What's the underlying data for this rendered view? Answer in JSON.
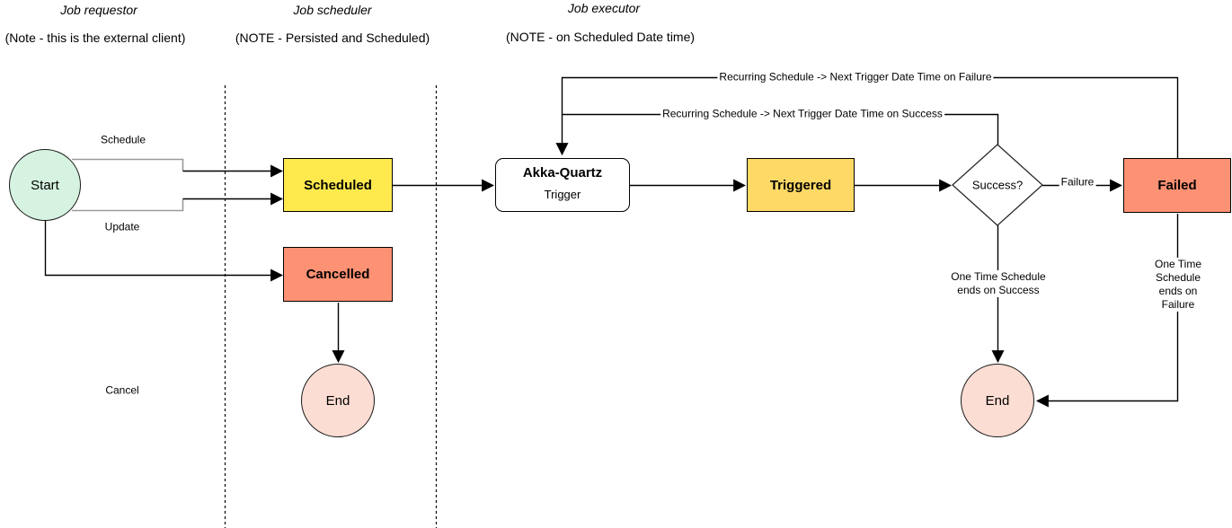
{
  "lanes": {
    "requestor": {
      "title": "Job requestor",
      "note": "(Note - this is the external client)"
    },
    "scheduler": {
      "title": "Job scheduler",
      "note": "(NOTE - Persisted and Scheduled)"
    },
    "executor": {
      "title": "Job executor",
      "note": "(NOTE - on Scheduled Date time)"
    }
  },
  "nodes": {
    "start": {
      "label": "Start",
      "fill": "#D5F3E0"
    },
    "scheduled": {
      "label": "Scheduled",
      "fill": "#FFE94D"
    },
    "cancelled": {
      "label": "Cancelled",
      "fill": "#FC9173"
    },
    "end_left": {
      "label": "End",
      "fill": "#FCDDD3"
    },
    "akka": {
      "title": "Akka-Quartz",
      "subtitle": "Trigger",
      "fill": "#FFFFFF"
    },
    "triggered": {
      "label": "Triggered",
      "fill": "#FFD966"
    },
    "success": {
      "label": "Success?",
      "fill": "#FFFFFF"
    },
    "failed": {
      "label": "Failed",
      "fill": "#FC9173"
    },
    "end_right": {
      "label": "End",
      "fill": "#FCDDD3"
    }
  },
  "edge_labels": {
    "schedule": "Schedule",
    "update": "Update",
    "cancel": "Cancel",
    "failure": "Failure",
    "recurring_failure": "Recurring Schedule -> Next Trigger Date Time on Failure",
    "recurring_success": "Recurring Schedule -> Next Trigger Date Time on Success",
    "one_time_success": "One Time Schedule\nends on Success",
    "one_time_failure": "One Time Schedule\nends on Failure"
  },
  "colors": {
    "connector": "#000000",
    "bracket_gray": "#999999",
    "separator": "#000000"
  }
}
